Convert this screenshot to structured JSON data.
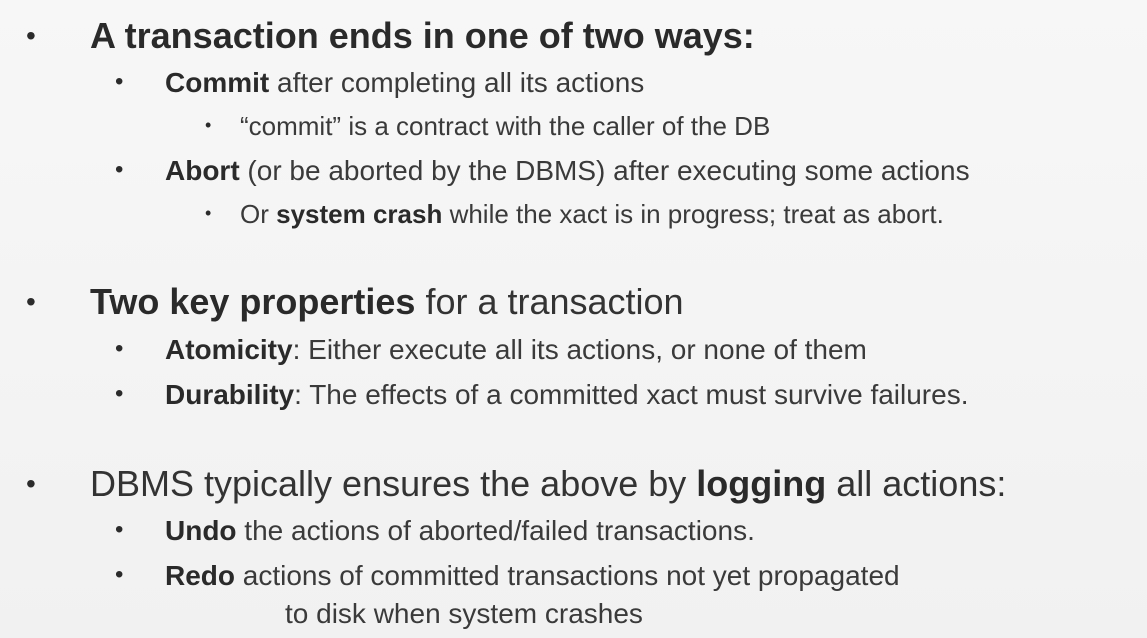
{
  "bullet_glyph": "•",
  "sections": [
    {
      "heading": {
        "bold": "A transaction ends in one of two ways:",
        "rest": ""
      },
      "items": [
        {
          "bold": "Commit",
          "rest": " after completing all its actions"
        },
        {
          "bold": "",
          "rest": "“commit” is a contract with the caller of the DB"
        },
        {
          "bold": "Abort",
          "rest": " (or be aborted by the DBMS) after executing some actions"
        },
        {
          "pre": "Or ",
          "bold": "system crash",
          "rest": " while the xact is in progress; treat as abort."
        }
      ]
    },
    {
      "heading": {
        "bold": "Two key properties",
        "rest": " for a transaction"
      },
      "items": [
        {
          "bold": "Atomicity",
          "rest": ": Either execute all its actions, or none of them"
        },
        {
          "bold": "Durability",
          "rest": ": The effects of a committed xact must survive failures."
        }
      ]
    },
    {
      "heading": {
        "pre": "DBMS typically ensures the above by ",
        "bold": "logging",
        "rest": " all actions:"
      },
      "items": [
        {
          "bold": "Undo",
          "rest": " the actions of aborted/failed transactions."
        },
        {
          "bold": "Redo",
          "rest": " actions of committed transactions not yet propagated",
          "cont": "to disk when system crashes"
        }
      ]
    }
  ]
}
